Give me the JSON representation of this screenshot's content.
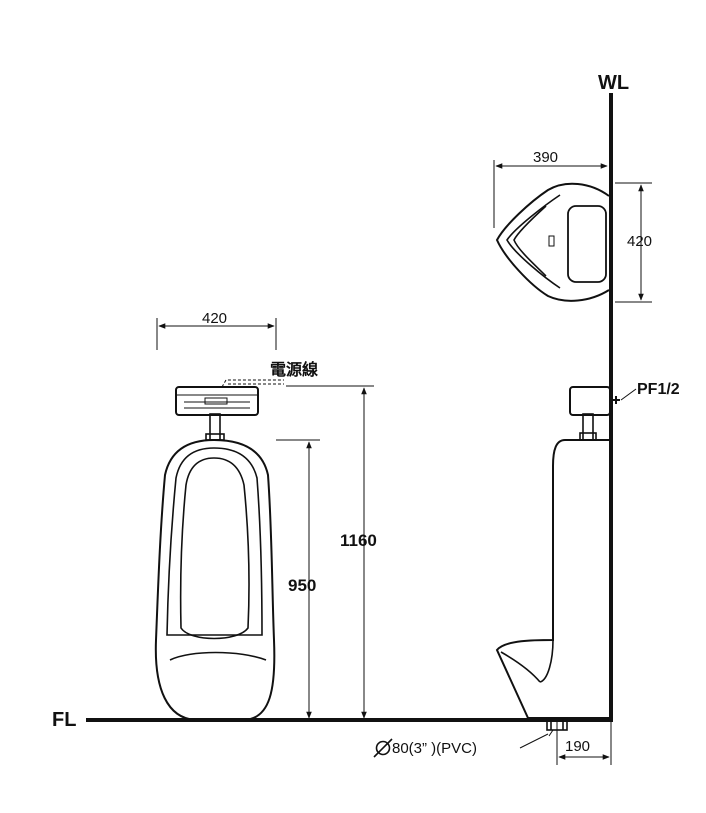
{
  "labels": {
    "wall": "WL",
    "floor": "FL",
    "power_cord": "電源線",
    "valve_thread": "PF1/2",
    "drain_spec": "80(3” )(PVC)"
  },
  "dimensions": {
    "front_width": "420",
    "side_depth": "390",
    "side_height": "420",
    "rim_height": "950",
    "sensor_height": "1160",
    "outlet_offset": "190"
  },
  "icons": {
    "diameter": "diameter-symbol"
  }
}
